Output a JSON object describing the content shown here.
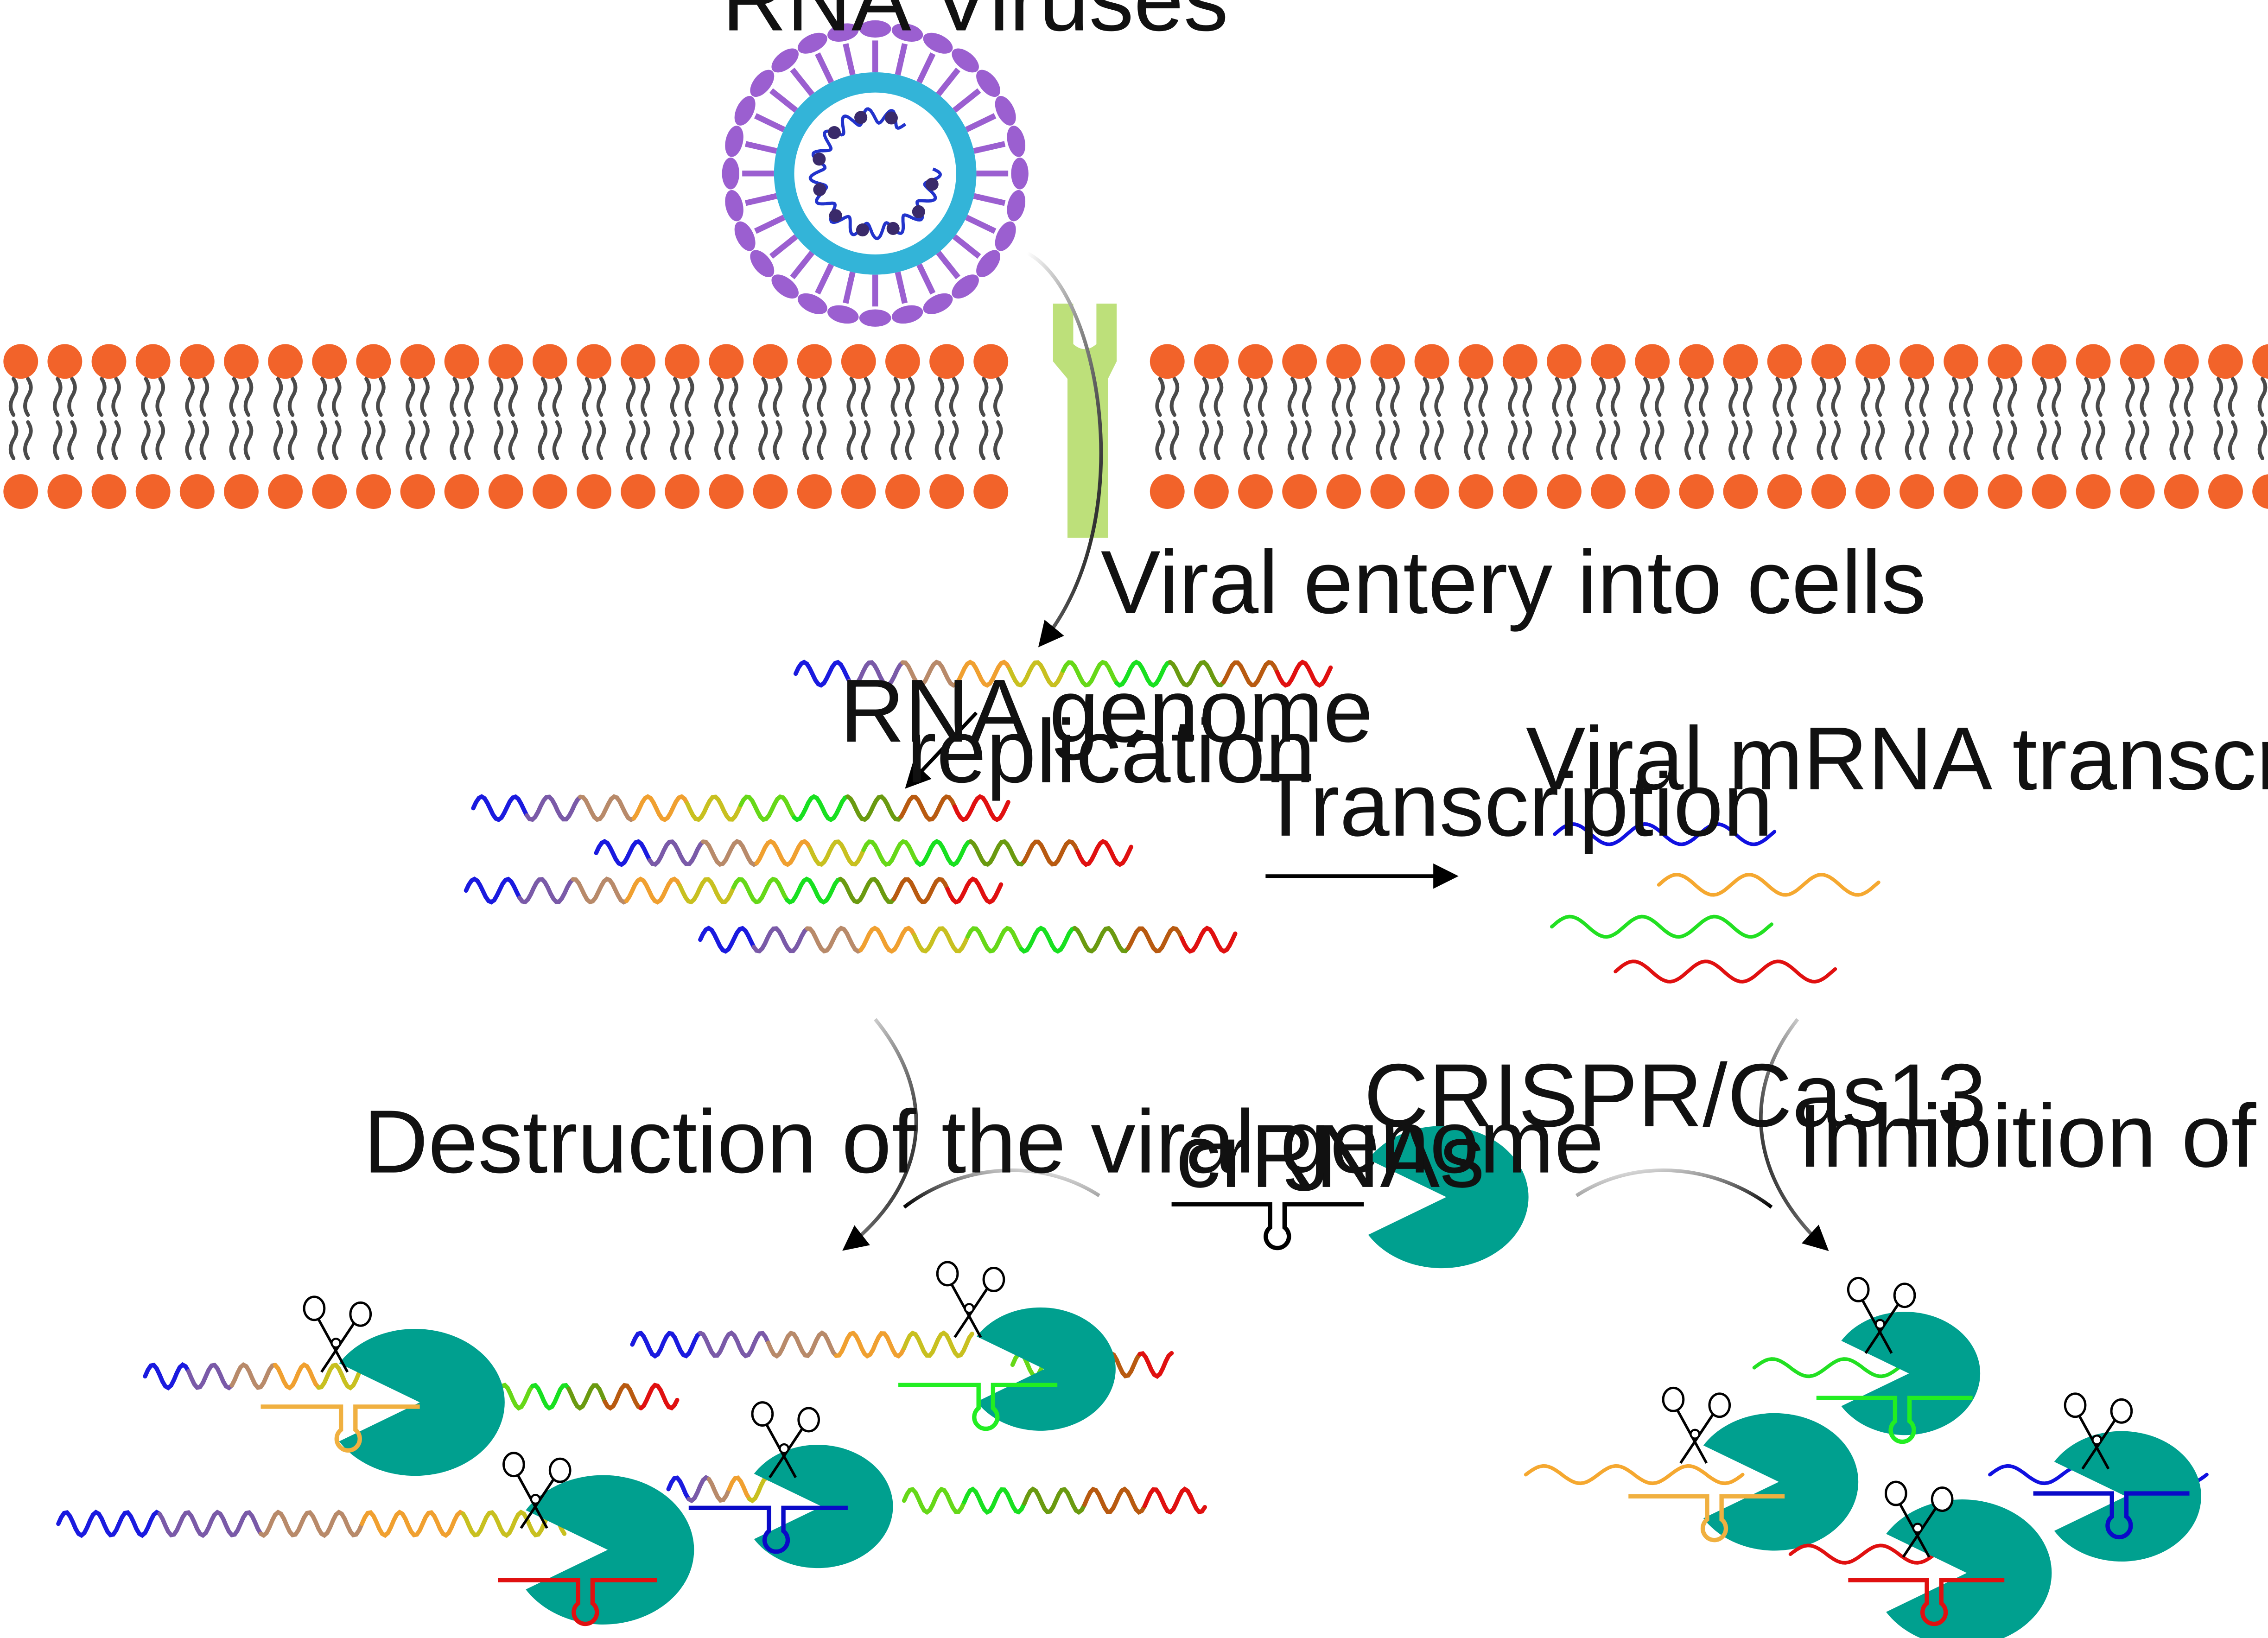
{
  "labels": {
    "rna_viruses": "RNA Viruses",
    "viral_entry": "Viral entery into cells",
    "genome_replication_line1": "RNA genome",
    "genome_replication_line2": "replication",
    "transcription": "Transcription",
    "mrna_transcripts": "Viral mRNA transcripts",
    "crispr_cas13": "CRISPR/Cas13",
    "crrnas": "crRNAs",
    "destruction": "Destruction of the viral genome",
    "inhibition": "Inhibition of viral proteins"
  },
  "colors": {
    "lipid_head": "#f2632a",
    "lipid_tail": "#4a4a4a",
    "receptor": "#bde07a",
    "cas13": "#00a08f",
    "virus_spike": "#9b5fd0",
    "virus_envelope": "#33b4d8",
    "virus_rna": "#2233cc",
    "arrow": "#000000",
    "rainbow": [
      "#1a1adf",
      "#7a5aa8",
      "#b88a6a",
      "#f0a030",
      "#c8c020",
      "#66d818",
      "#18e020",
      "#6a9a10",
      "#b85a10",
      "#e01010"
    ],
    "transcript_blue": "#1010e0",
    "transcript_orange": "#f5a830",
    "transcript_green": "#22e022",
    "transcript_red": "#e01010",
    "crrna_orange": "#f0b040",
    "crrna_green": "#22ee22",
    "crrna_blue": "#0a0ac8",
    "crrna_red": "#e01010"
  },
  "icons": [
    "virus-icon",
    "receptor-icon",
    "cas13-icon",
    "scissors-icon",
    "crrna-icon"
  ]
}
